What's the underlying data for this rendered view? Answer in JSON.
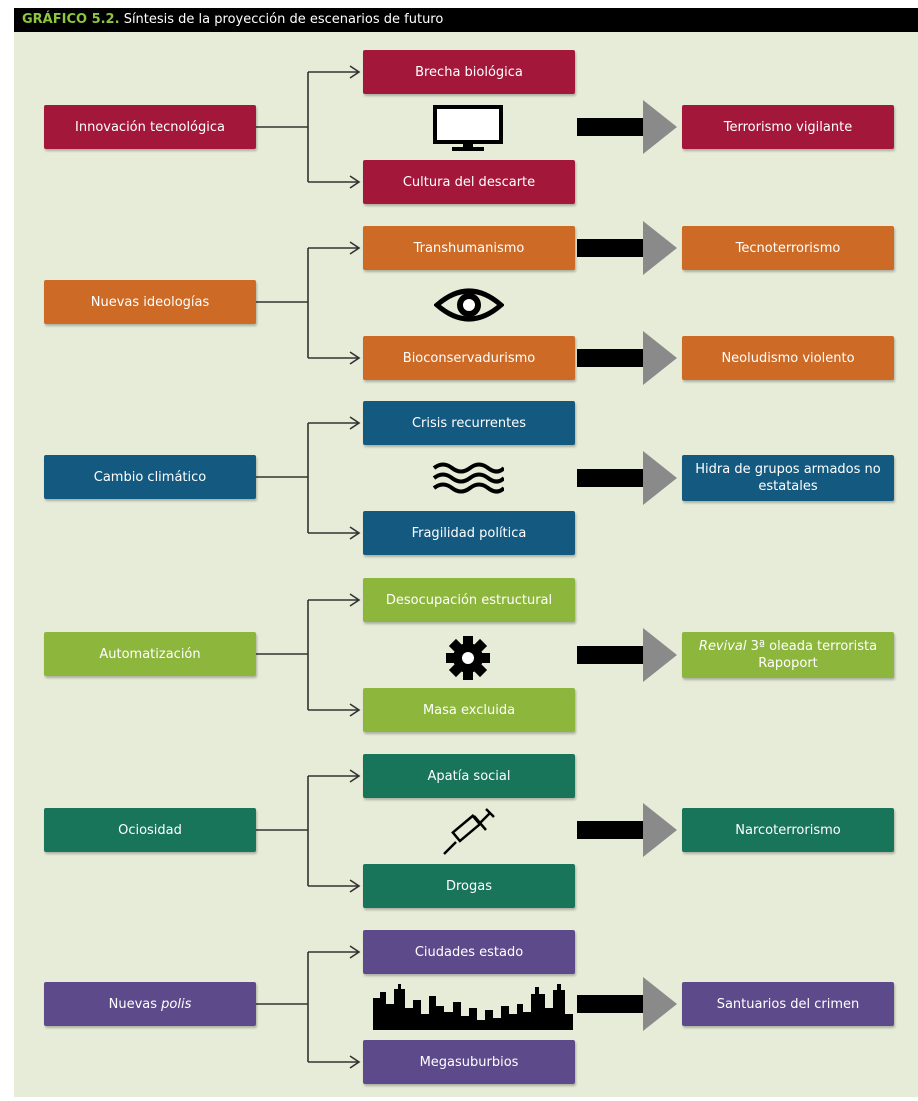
{
  "header": {
    "label": "GRÁFICO 5.2.",
    "title": "Síntesis de la proyección de escenarios de futuro"
  },
  "colors": {
    "red": "#a3183a",
    "orange": "#cc6a26",
    "blue": "#145a80",
    "lime": "#8db63c",
    "green": "#19755a",
    "purple": "#5d4a8a",
    "arrow_grey": "#8a8a8a"
  },
  "groups": [
    {
      "cause": "Innovación tecnológica",
      "top": "Brecha biológica",
      "bottom": "Cultura del descarte",
      "icon": "monitor-icon",
      "outcome": "Terrorismo vigilante"
    },
    {
      "cause": "Nuevas ideologías",
      "top": "Transhumanismo",
      "bottom": "Bioconservadurismo",
      "icon": "eye-icon",
      "outcome_top": "Tecnoterrorismo",
      "outcome_bottom": "Neoludismo violento"
    },
    {
      "cause": "Cambio climático",
      "top": "Crisis recurrentes",
      "bottom": "Fragilidad política",
      "icon": "waves-icon",
      "outcome": "Hidra de grupos armados no estatales"
    },
    {
      "cause": "Automatización",
      "top": "Desocupación estructural",
      "bottom": "Masa excluida",
      "icon": "gear-icon",
      "outcome_italic": "Revival",
      "outcome_rest": " 3ª oleada terrorista Rapoport"
    },
    {
      "cause": "Ociosidad",
      "top": "Apatía social",
      "bottom": "Drogas",
      "icon": "syringe-icon",
      "outcome": "Narcoterrorismo"
    },
    {
      "cause_plain": "Nuevas ",
      "cause_italic": "polis",
      "top": "Ciudades estado",
      "bottom": "Megasuburbios",
      "icon": "skyline-icon",
      "outcome": "Santuarios del crimen"
    }
  ]
}
